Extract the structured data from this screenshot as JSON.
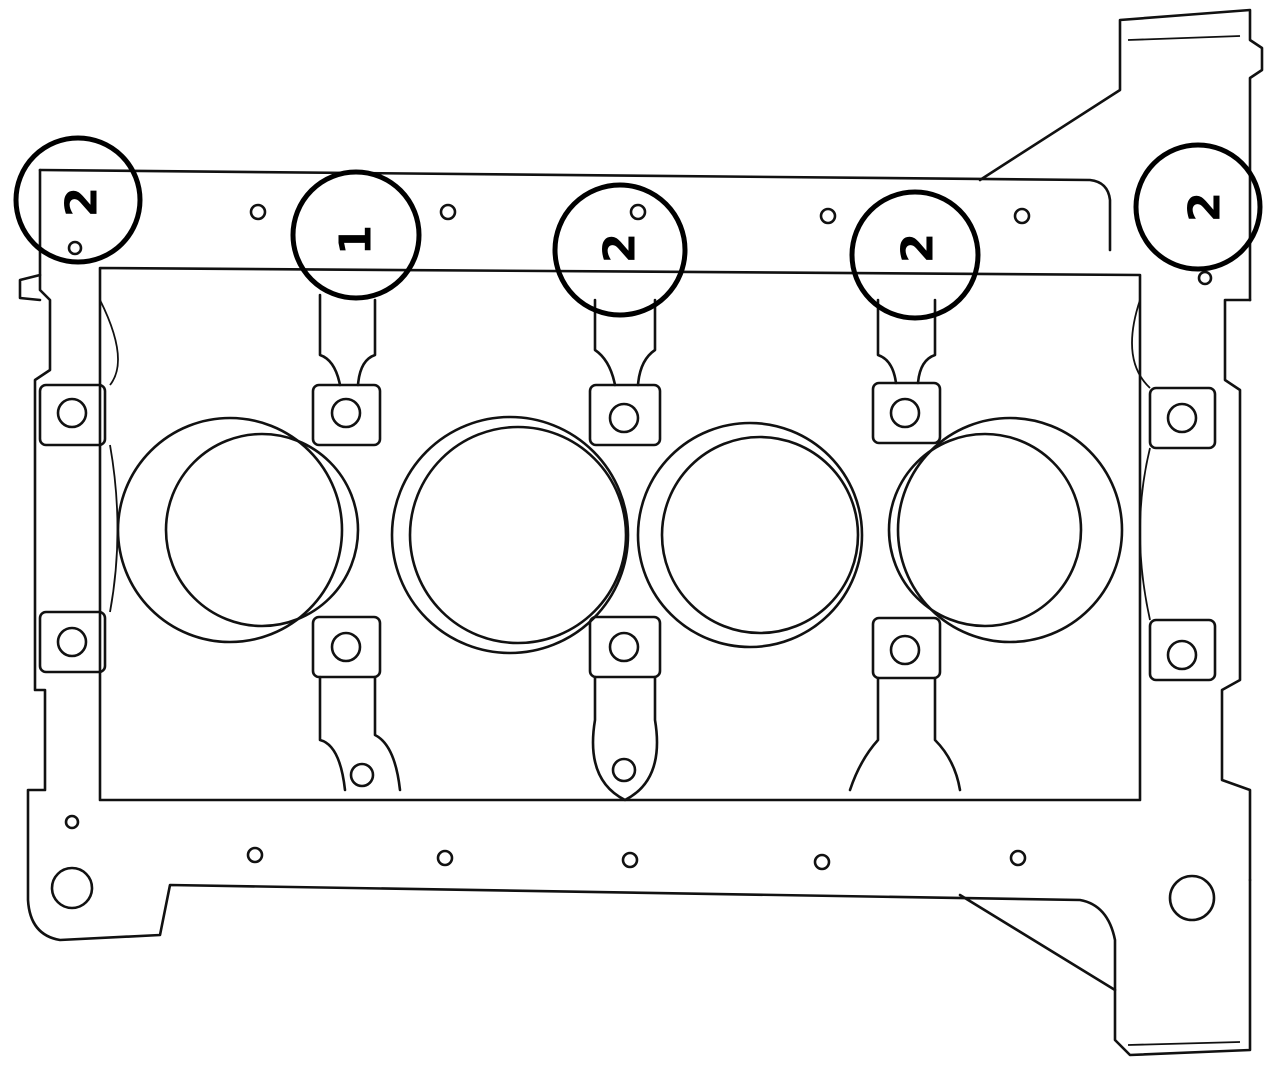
{
  "diagram": {
    "markers": [
      {
        "id": "m1",
        "label": "2"
      },
      {
        "id": "m2",
        "label": "1"
      },
      {
        "id": "m3",
        "label": "2"
      },
      {
        "id": "m4",
        "label": "2"
      },
      {
        "id": "m5",
        "label": "2"
      }
    ],
    "colors": {
      "line": "#111111",
      "background": "#ffffff"
    }
  }
}
